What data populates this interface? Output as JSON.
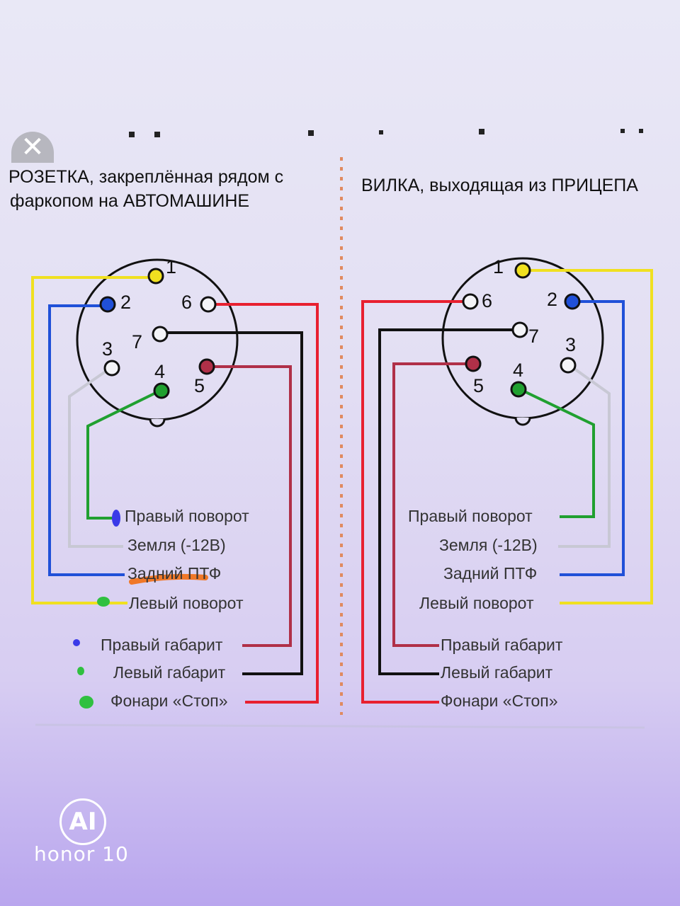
{
  "left": {
    "title_line1": "РОЗЕТКА, закреплённая рядом с",
    "title_line2": "фаркопом на АВТОМАШИНЕ",
    "pins": [
      "1",
      "2",
      "3",
      "4",
      "5",
      "6",
      "7"
    ],
    "labels": {
      "right_turn": "Правый поворот",
      "ground": "Земля (-12В)",
      "rear_fog": "Задний ПТФ",
      "left_turn": "Левый поворот",
      "right_marker": "Правый габарит",
      "left_marker": "Левый габарит",
      "stop": "Фонари «Стоп»"
    }
  },
  "right": {
    "title": "ВИЛКА, выходящая из ПРИЦЕПА",
    "pins": [
      "1",
      "2",
      "3",
      "4",
      "5",
      "6",
      "7"
    ],
    "labels": {
      "right_turn": "Правый поворот",
      "ground": "Земля (-12В)",
      "rear_fog": "Задний ПТФ",
      "left_turn": "Левый поворот",
      "right_marker": "Правый габарит",
      "left_marker": "Левый габарит",
      "stop": "Фонари «Стоп»"
    }
  },
  "watermark": {
    "ai": "AI",
    "brand": "honor 10"
  },
  "colors": {
    "yellow": "#f0e020",
    "blue": "#2050d8",
    "white_wire": "#c8c8d4",
    "green": "#20a030",
    "brown_red": "#b03048",
    "black": "#111111",
    "red": "#e82030",
    "orange_mark": "#f07828",
    "divider": "#e08a60"
  }
}
